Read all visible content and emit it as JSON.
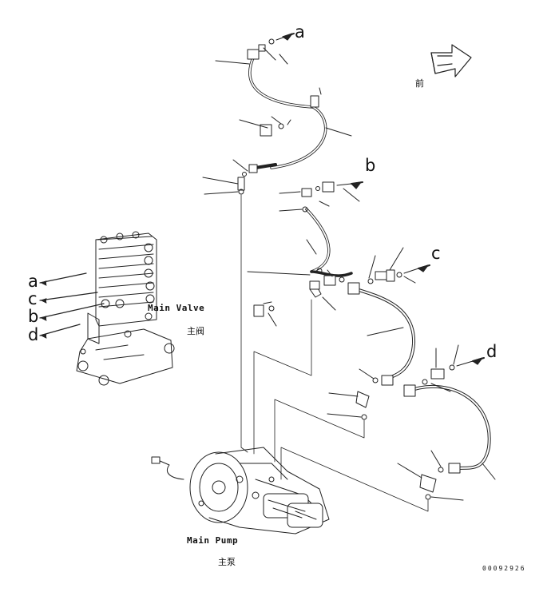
{
  "diagram": {
    "connection_labels": [
      "a",
      "b",
      "c",
      "d"
    ],
    "captions": {
      "main_valve": "Main Valve",
      "main_valve_cn": "主阀",
      "main_pump": "Main Pump",
      "main_pump_cn": "主泵",
      "front": "前"
    },
    "drawing_code": "00092926"
  }
}
